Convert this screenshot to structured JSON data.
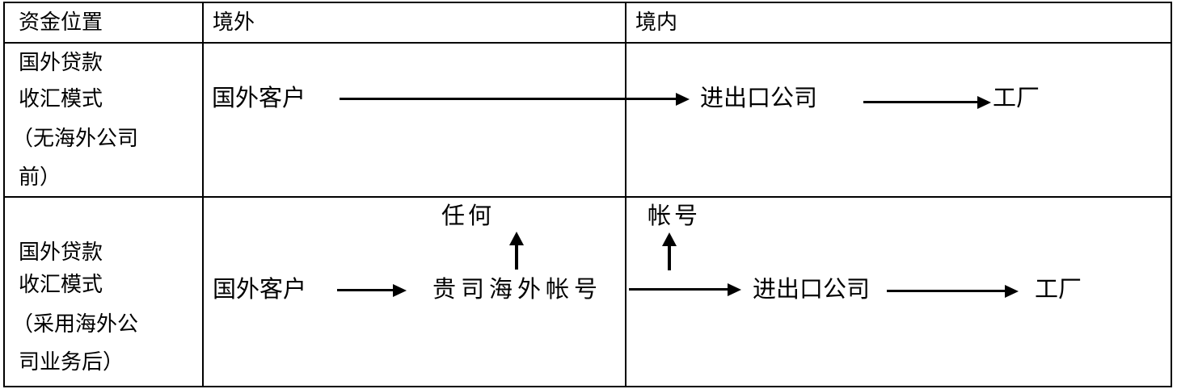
{
  "page": {
    "background": "#ffffff",
    "text_color": "#000000",
    "border_color": "#000000"
  },
  "icons": {
    "flow_arrow_right": "→",
    "flow_arrow_up": "↑"
  },
  "table": {
    "header": {
      "col1": "资金位置",
      "col2": "境外",
      "col3": "境内"
    },
    "row1": {
      "label_lines": [
        "国外贷款",
        "收汇模式",
        "（无海外公司",
        "前）"
      ],
      "overseas_node1": "国外客户",
      "domestic_node1": "进出口公司",
      "domestic_node2": "工厂"
    },
    "row2": {
      "label_lines": [
        "国外贷款",
        "收汇模式",
        "（采用海外公",
        "司业务后）"
      ],
      "overseas_node1": "国外客户",
      "overseas_node2": "贵司海外帐号",
      "overseas_float_label": "任何",
      "domestic_float_label": "帐号",
      "domestic_node1": "进出口公司",
      "domestic_node2": "工厂"
    }
  }
}
